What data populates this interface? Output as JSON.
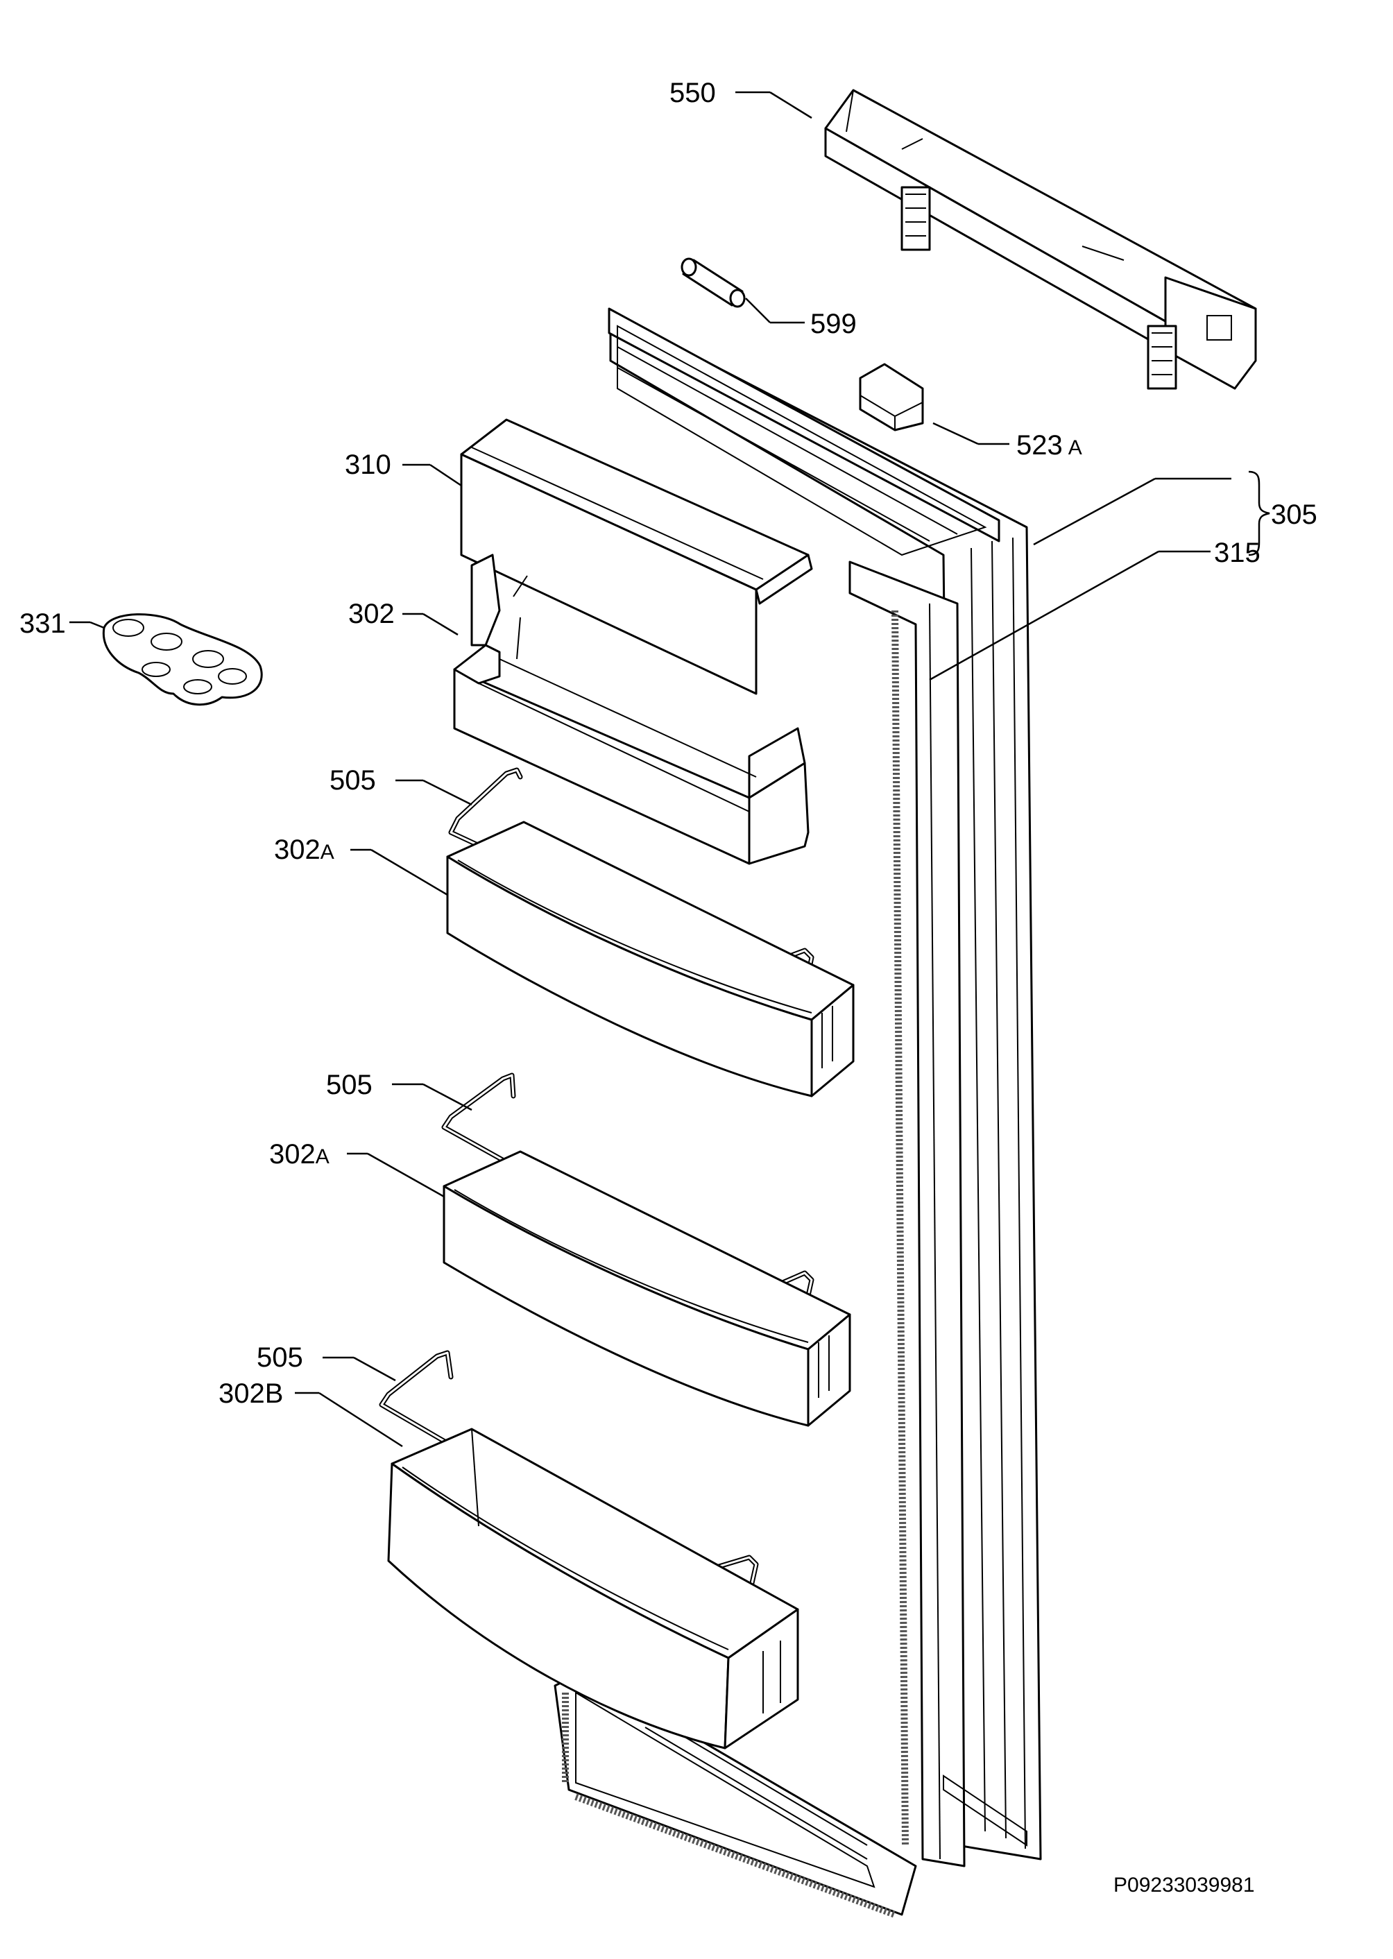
{
  "diagram": {
    "code": "P09233039981",
    "labels": {
      "handle": "550",
      "pin": "599",
      "hinge_cover_num": "523",
      "hinge_cover_suffix": "A",
      "door_assembly": "305",
      "gasket": "315",
      "lid": "310",
      "shelf_top": "302",
      "egg_tray": "331",
      "retainer_1": "505",
      "shelf_1_num": "302",
      "shelf_1_suffix": "A",
      "retainer_2": "505",
      "shelf_2_num": "302",
      "shelf_2_suffix": "A",
      "retainer_3": "505",
      "shelf_3_num": "302",
      "shelf_3_suffix": "B"
    }
  }
}
